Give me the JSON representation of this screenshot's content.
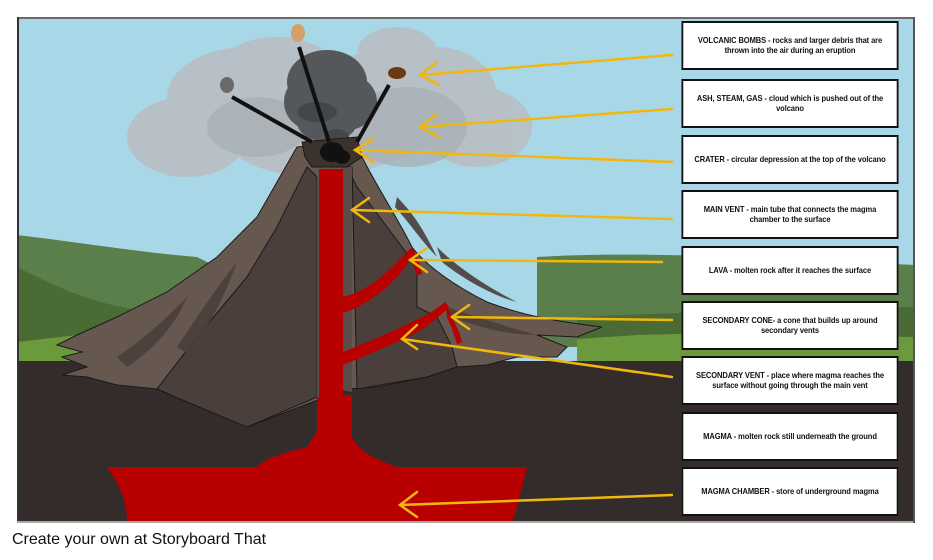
{
  "diagram": {
    "title": "Volcano Anatomy",
    "labels": [
      {
        "term": "VOLCANIC BOMBS",
        "text": "VOLCANIC BOMBS - rocks and larger debris that are thrown into the air during an eruption"
      },
      {
        "term": "ASH, STEAM, GAS",
        "text": "ASH, STEAM, GAS - cloud which is pushed out of the volcano"
      },
      {
        "term": "CRATER",
        "text": "CRATER - circular depression at the top of the volcano"
      },
      {
        "term": "MAIN VENT",
        "text": "MAIN VENT - main tube that connects the magma chamber to the surface"
      },
      {
        "term": "LAVA",
        "text": "LAVA - molten rock after it reaches the surface"
      },
      {
        "term": "SECONDARY CONE",
        "text": "SECONDARY CONE- a cone that builds up around secondary vents"
      },
      {
        "term": "SECONDARY VENT",
        "text": "SECONDARY VENT - place where magma reaches the surface without going through the main vent"
      },
      {
        "term": "MAGMA",
        "text": "MAGMA - molten rock still underneath the ground"
      },
      {
        "term": "MAGMA CHAMBER",
        "text": "MAGMA CHAMBER - store of underground magma"
      }
    ]
  },
  "footer": {
    "text": "Create your own at Storyboard That"
  },
  "colors": {
    "sky": "#a8d8e8",
    "hill_far": "#5b7f4b",
    "hill_near": "#4a6b33",
    "grass": "#6a9a3c",
    "ground": "#332c2a",
    "rock_light": "#66574f",
    "rock_dark": "#4a3f3a",
    "magma": "#b80000",
    "arrow": "#f2b70c",
    "smoke_light": "#c2c8cc",
    "smoke_dark": "#595c5f"
  }
}
